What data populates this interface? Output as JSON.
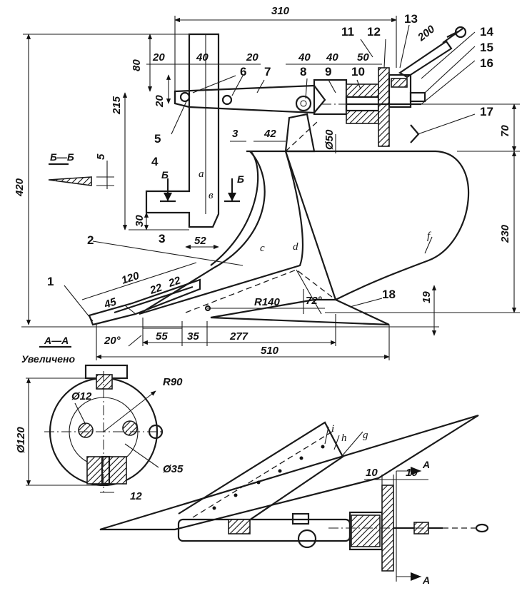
{
  "dimensions": {
    "d310": "310",
    "d200": "200",
    "d80": "80",
    "d215": "215",
    "d420": "420",
    "d20a": "20",
    "d40a": "40",
    "d20b": "20",
    "d20c": "20",
    "d40b": "40",
    "d40c": "40",
    "d50": "50",
    "d70": "70",
    "d3a": "3",
    "d42": "42",
    "d50dia": "Ø50",
    "d5": "5",
    "d30": "30",
    "d3b": "3",
    "d52": "52",
    "d230": "230",
    "d120": "120",
    "d45": "45",
    "d22a": "22",
    "d22b": "22",
    "dR140": "R140",
    "d72": "72°",
    "d19": "19",
    "d20deg": "20°",
    "d55": "55",
    "d35": "35",
    "d277": "277",
    "d510": "510",
    "dR90": "R90",
    "d12dia": "Ø12",
    "d120dia": "Ø120",
    "d35dia": "Ø35",
    "d12": "12",
    "d10a": "10",
    "d10b": "10"
  },
  "part_numbers": [
    "1",
    "2",
    "3",
    "4",
    "5",
    "6",
    "7",
    "8",
    "9",
    "10",
    "11",
    "12",
    "13",
    "14",
    "15",
    "16",
    "17",
    "18"
  ],
  "letters": {
    "a": "a",
    "b": "в",
    "c": "c",
    "d": "d",
    "f": "f",
    "g": "g",
    "h": "h",
    "i": "i"
  },
  "section_labels": {
    "bb_title": "Б—Б",
    "b_mark_left": "Б",
    "b_mark_right": "Б",
    "aa_title": "А—А",
    "aa_note": "Увеличено",
    "a_top": "A",
    "a_bottom": "A"
  }
}
